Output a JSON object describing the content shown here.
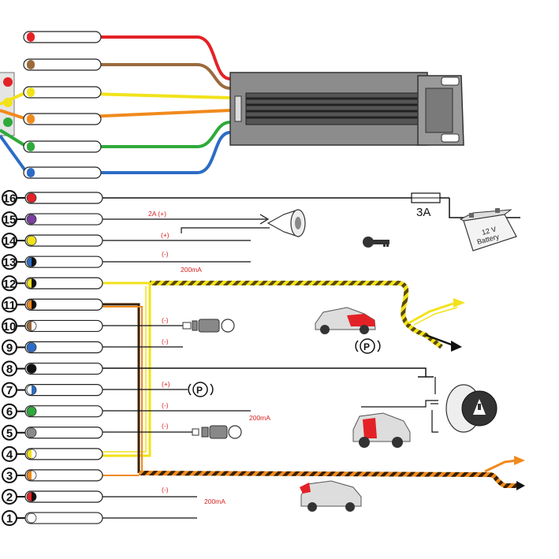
{
  "colors": {
    "red": "#e32227",
    "brown": "#9b6a3c",
    "yellow": "#f2e21a",
    "orange": "#f08a1c",
    "green": "#2eaa3a",
    "blue": "#2c6cc5",
    "purple": "#7b3fa0",
    "black": "#111111",
    "gray": "#8a8a8a",
    "module": "#8c8c8c",
    "label_red": "#d62020"
  },
  "top_harness": {
    "wires": [
      "red",
      "brown",
      "yellow",
      "orange",
      "green",
      "blue"
    ]
  },
  "pins": [
    {
      "number": "16",
      "color": "red",
      "label": "",
      "current": ""
    },
    {
      "number": "15",
      "color": "purple",
      "label": "2A (+)",
      "current": ""
    },
    {
      "number": "14",
      "color": "yellow",
      "label": "(+)",
      "current": ""
    },
    {
      "number": "13",
      "color": "blue-black",
      "label": "(-)",
      "current": "200mA"
    },
    {
      "number": "12",
      "color": "yellow-black",
      "label": "",
      "current": ""
    },
    {
      "number": "11",
      "color": "orange-black",
      "label": "",
      "current": ""
    },
    {
      "number": "10",
      "color": "brown-white",
      "label": "(-)",
      "current": ""
    },
    {
      "number": "9",
      "color": "blue",
      "label": "(-)",
      "current": ""
    },
    {
      "number": "8",
      "color": "black",
      "label": "",
      "current": ""
    },
    {
      "number": "7",
      "color": "blue-white",
      "label": "(+)",
      "current": ""
    },
    {
      "number": "6",
      "color": "green",
      "label": "(-)",
      "current": "200mA"
    },
    {
      "number": "5",
      "color": "gray",
      "label": "(-)",
      "current": ""
    },
    {
      "number": "4",
      "color": "yellow-white",
      "label": "",
      "current": ""
    },
    {
      "number": "3",
      "color": "orange-white",
      "label": "",
      "current": ""
    },
    {
      "number": "2",
      "color": "red-black",
      "label": "(-)",
      "current": "200mA"
    },
    {
      "number": "1",
      "color": "white",
      "label": "",
      "current": ""
    }
  ],
  "fuse": {
    "label": "3A"
  },
  "battery": {
    "label_line1": "12 V",
    "label_line2": "Battery"
  },
  "icons": [
    "siren-icon",
    "key-icon",
    "parking-brake-icon",
    "car-hood-icon",
    "car-door-icon",
    "car-trunk-icon",
    "button-icon",
    "pin-switch-icon"
  ]
}
